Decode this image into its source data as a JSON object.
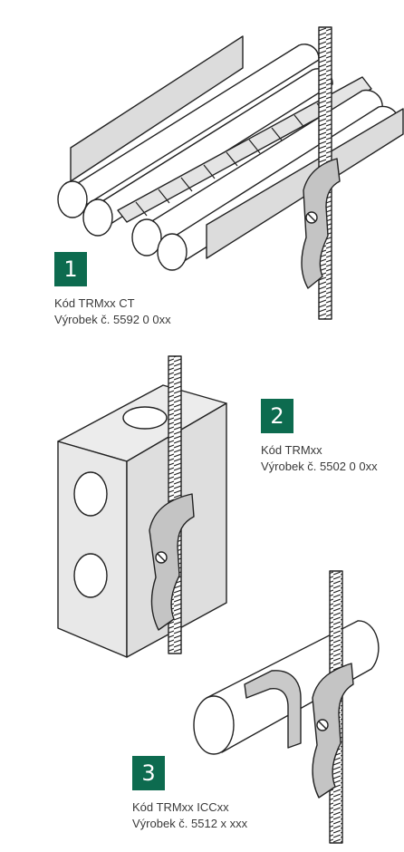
{
  "accent_color": "#0d6b4f",
  "items": [
    {
      "number": "1",
      "code": "Kód TRMxx CT",
      "product": "Výrobek č. 5592 0 0xx"
    },
    {
      "number": "2",
      "code": "Kód TRMxx",
      "product": "Výrobek č. 5502 0 0xx"
    },
    {
      "number": "3",
      "code": "Kód TRMxx ICCxx",
      "product": "Výrobek č. 5512 x xxx"
    }
  ]
}
